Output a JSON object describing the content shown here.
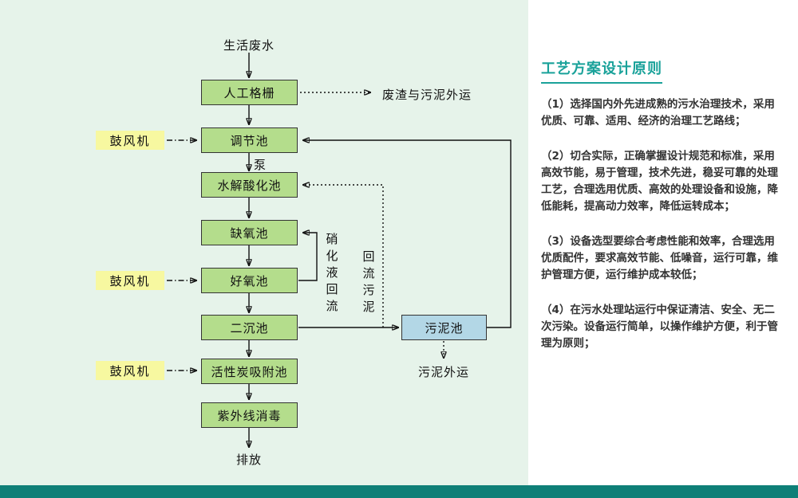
{
  "diagram": {
    "source_label": "生活废水",
    "boxes": [
      "人工格栅",
      "调节池",
      "水解酸化池",
      "缺氧池",
      "好氧池",
      "二沉池",
      "活性炭吸附池",
      "紫外线消毒"
    ],
    "sludge_tank_label": "污泥池",
    "blower_label": "鼓风机",
    "pump_label": "泵",
    "waste_out_label": "废渣与污泥外运",
    "sludge_out_label": "污泥外运",
    "discharge_label": "排放",
    "nitrate_return_label": "硝化液回流",
    "sludge_return_label": "回流污泥"
  },
  "panel": {
    "title": "工艺方案设计原则",
    "paragraphs": [
      "（1）选择国内外先进成熟的污水治理技术，采用优质、可靠、适用、经济的治理工艺路线；",
      "（2）切合实际，正确掌握设计规范和标准，采用高效节能，易于管理，技术先进，稳妥可靠的处理工艺，合理选用优质、高效的处理设备和设施，降低能耗，提高动力效率，降低运转成本；",
      "（3）设备选型要综合考虑性能和效率，合理选用优质配件，要求高效节能、低噪音，运行可靠，维护管理方便，运行维护成本较低；",
      "（4）在污水处理站运行中保证清洁、安全、无二次污染。设备运行简单，以操作维护方便，利于管理为原则；"
    ]
  },
  "colors": {
    "accent-teal": "#1aa29a",
    "bg-green": "#e6f3ea",
    "box-green": "#b4dd8c",
    "box-blue": "#b3d7e6",
    "highlight-yellow": "#f7f8a0",
    "bar-teal": "#0e7f77"
  }
}
